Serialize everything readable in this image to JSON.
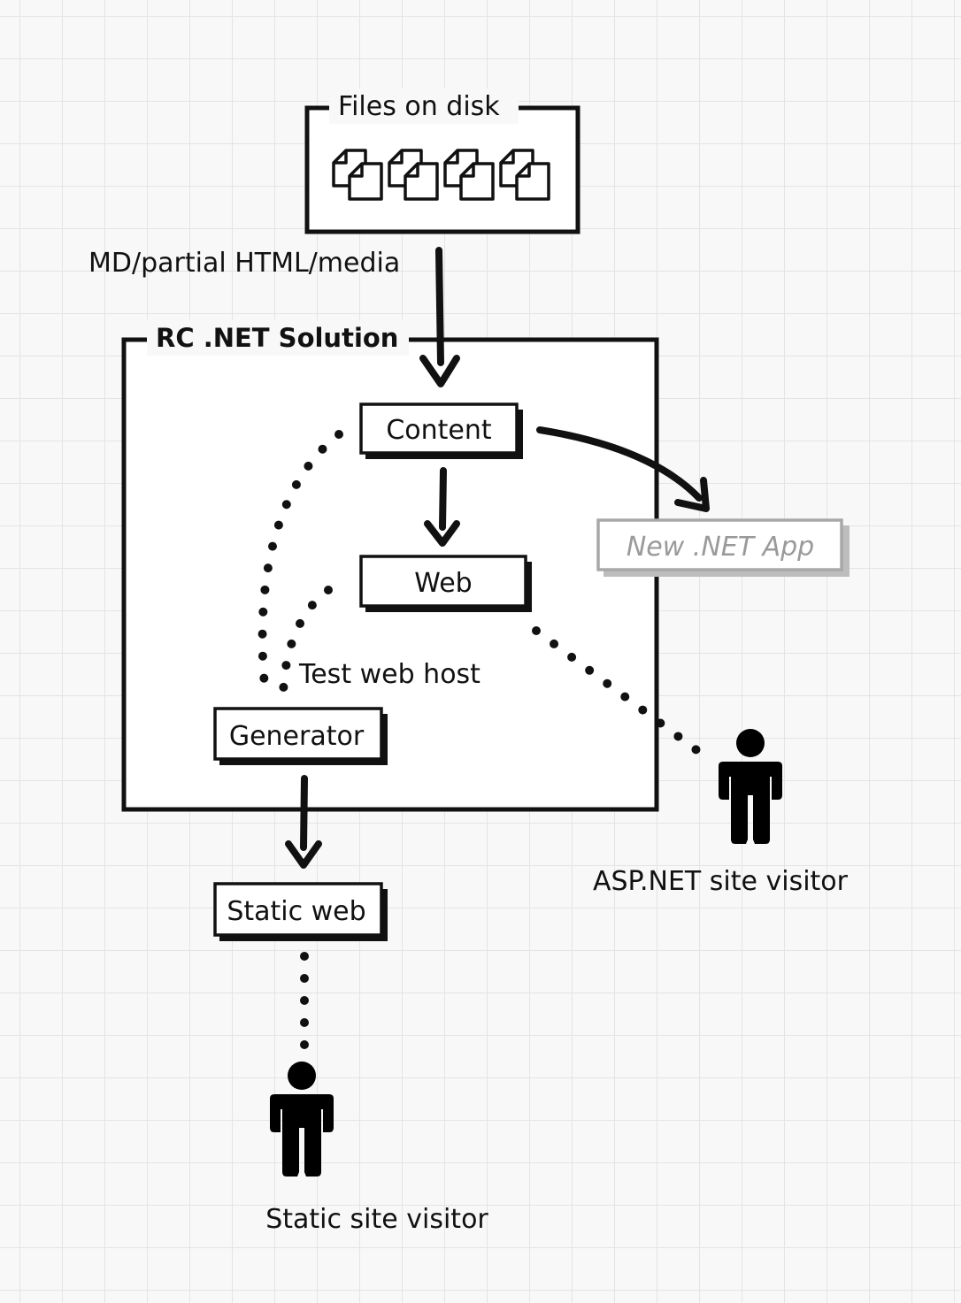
{
  "files_group": {
    "label": "Files on disk",
    "file_count": 4
  },
  "edge_labels": {
    "input_format": "MD/partial HTML/media",
    "test_host": "Test web host"
  },
  "solution": {
    "label": "RC .NET Solution",
    "content": "Content",
    "web": "Web",
    "generator": "Generator"
  },
  "outputs": {
    "new_app": "New .NET App",
    "static_web": "Static web"
  },
  "actors": {
    "asp_visitor": "ASP.NET site visitor",
    "static_visitor": "Static site visitor"
  },
  "colors": {
    "ink": "#111111",
    "muted": "#9a9a9a",
    "background": "#f8f8f8",
    "grid": "#e4e4e4"
  }
}
